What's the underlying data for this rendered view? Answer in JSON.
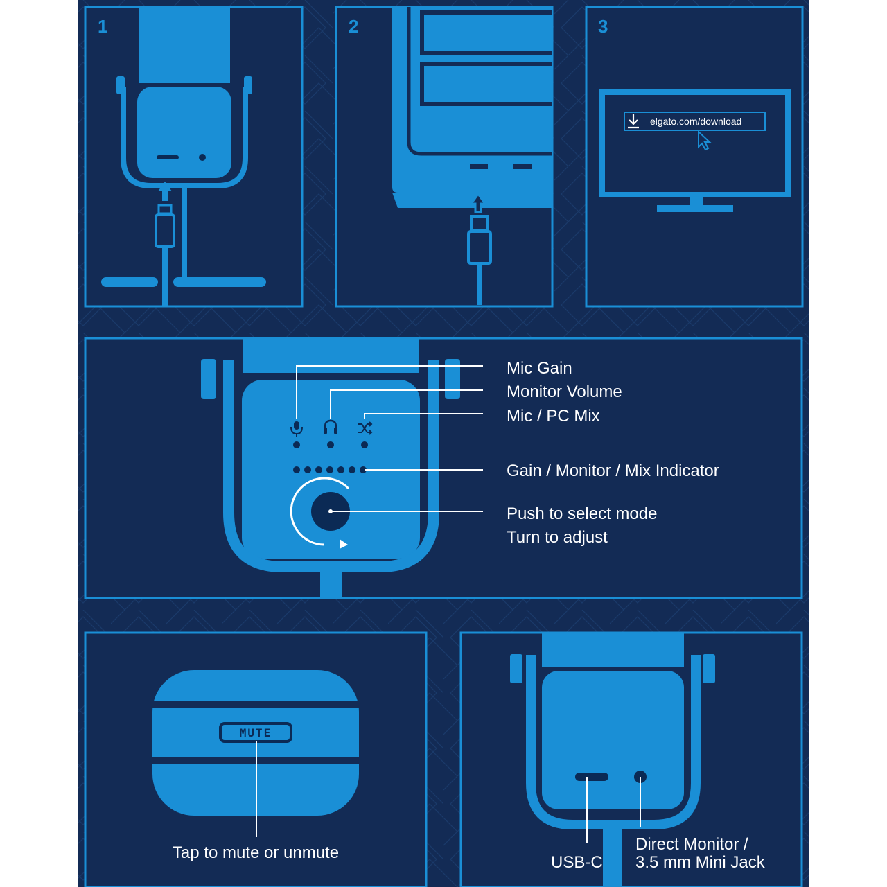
{
  "steps": {
    "one": "1",
    "two": "2",
    "three": "3"
  },
  "download": {
    "url": "elgato.com/download"
  },
  "controls": {
    "mic_gain": "Mic Gain",
    "monitor_volume": "Monitor Volume",
    "mic_pc_mix": "Mic / PC Mix",
    "indicator": "Gain / Monitor / Mix Indicator",
    "push": "Push to select mode",
    "turn": "Turn to adjust"
  },
  "mute": {
    "button_label": "MUTE",
    "caption": "Tap to mute or unmute"
  },
  "ports": {
    "usb": "USB-C",
    "monitor_line1": "Direct Monitor /",
    "monitor_line2": "3.5 mm Mini Jack"
  },
  "colors": {
    "background": "#132b55",
    "accent": "#1a8fd6",
    "line": "#ffffff"
  }
}
